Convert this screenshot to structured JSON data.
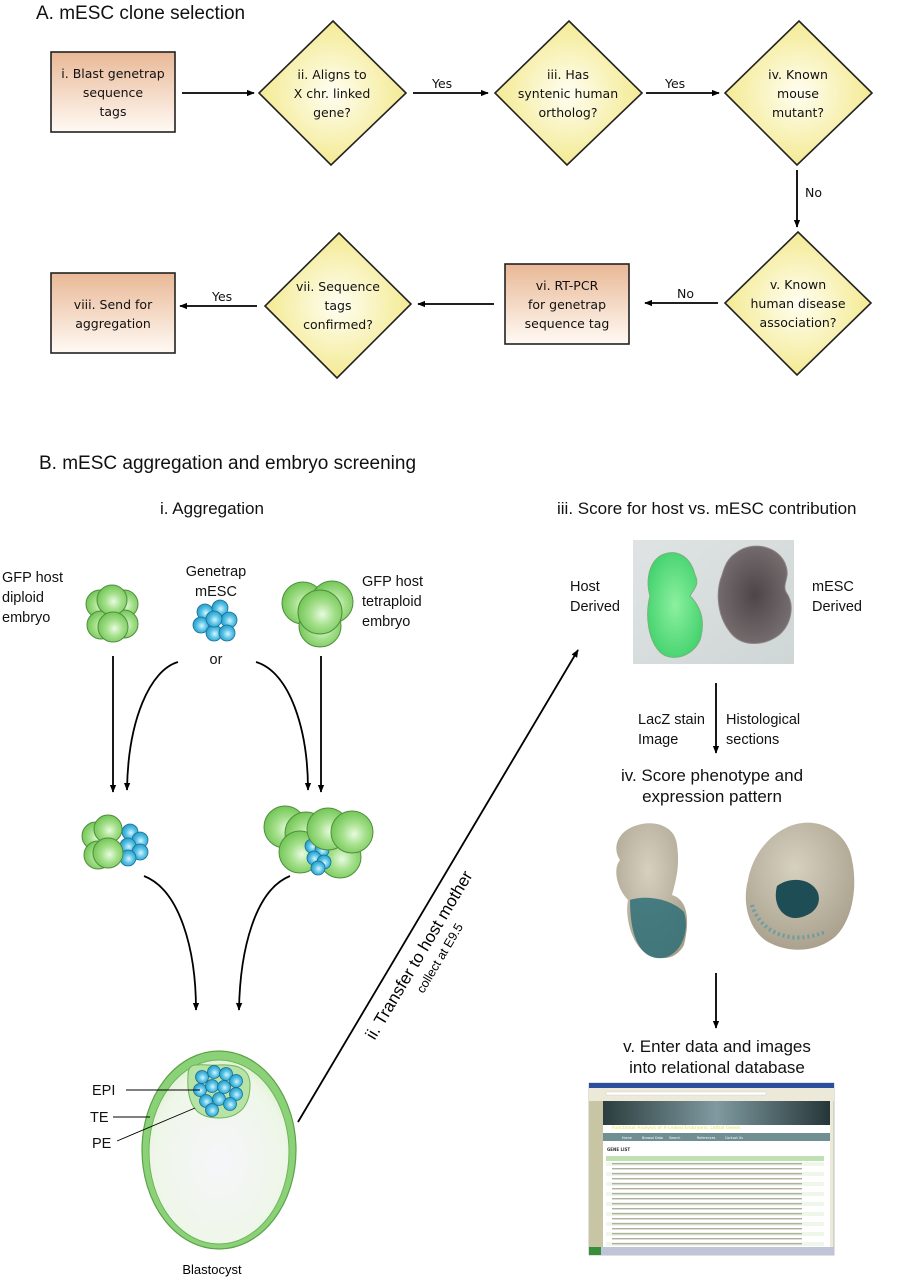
{
  "panel_a": {
    "title": "A. mESC clone selection",
    "nodes": {
      "i": {
        "type": "process",
        "lines": [
          "i. Blast genetrap",
          "sequence",
          "tags"
        ]
      },
      "ii": {
        "type": "decision",
        "lines": [
          "ii. Aligns to",
          "X chr. linked",
          "gene?"
        ]
      },
      "iii": {
        "type": "decision",
        "lines": [
          "iii. Has",
          "syntenic human",
          "ortholog?"
        ]
      },
      "iv": {
        "type": "decision",
        "lines": [
          "iv. Known",
          "mouse",
          "mutant?"
        ]
      },
      "v": {
        "type": "decision",
        "lines": [
          "v. Known",
          "human disease",
          "association?"
        ]
      },
      "vi": {
        "type": "process",
        "lines": [
          "vi. RT-PCR",
          "for genetrap",
          "sequence tag"
        ]
      },
      "vii": {
        "type": "decision",
        "lines": [
          "vii. Sequence",
          "tags",
          "confirmed?"
        ]
      },
      "viii": {
        "type": "process",
        "lines": [
          "viii. Send for",
          "aggregation"
        ]
      }
    },
    "edges": [
      {
        "from": "i",
        "to": "ii",
        "label": ""
      },
      {
        "from": "ii",
        "to": "iii",
        "label": "Yes"
      },
      {
        "from": "iii",
        "to": "iv",
        "label": "Yes"
      },
      {
        "from": "iv",
        "to": "v",
        "label": "No"
      },
      {
        "from": "v",
        "to": "vi",
        "label": "No"
      },
      {
        "from": "vi",
        "to": "vii",
        "label": ""
      },
      {
        "from": "vii",
        "to": "viii",
        "label": "Yes"
      }
    ],
    "colors": {
      "process_top": "#e9b896",
      "process_bottom": "#fffaf4",
      "decision_center": "#fffde6",
      "decision_edge": "#f3ea8c"
    }
  },
  "panel_b": {
    "title": "B. mESC aggregation and embryo screening",
    "aggregation": {
      "title": "i. Aggregation",
      "diploid_label": [
        "GFP host",
        "diploid",
        "embryo"
      ],
      "mesc_label": [
        "Genetrap",
        "mESC"
      ],
      "or_label": "or",
      "tetraploid_label": [
        "GFP host",
        "tetraploid",
        "embryo"
      ],
      "blastocyst_labels": {
        "epi": "EPI",
        "te": "TE",
        "pe": "PE",
        "name": "Blastocyst"
      }
    },
    "transfer": {
      "label": "ii. Transfer to host mother",
      "sublabel": "collect at E9.5"
    },
    "score_contribution": {
      "title": "iii. Score for host vs. mESC contribution",
      "left_label": [
        "Host",
        "Derived"
      ],
      "right_label": [
        "mESC",
        "Derived"
      ]
    },
    "staining": {
      "left": [
        "LacZ stain",
        "Image"
      ],
      "right": [
        "Histological",
        "sections"
      ]
    },
    "score_phenotype": {
      "title_lines": [
        "iv. Score phenotype and",
        "expression pattern"
      ]
    },
    "database": {
      "title_lines": [
        "v. Enter data and images",
        "into relational database"
      ],
      "screenshot": {
        "site_title": "Functional Analysis of X-Linked Embryonic Lethal Genes",
        "nav": [
          "Home",
          "Browse Data",
          "Search",
          "References",
          "Contact Us"
        ],
        "section": "GENE LIST"
      }
    },
    "colors": {
      "gfp_green": "#7fcf5f",
      "mesc_blue": "#3cb4dc",
      "lacz_blue": "#1f5a66"
    }
  }
}
